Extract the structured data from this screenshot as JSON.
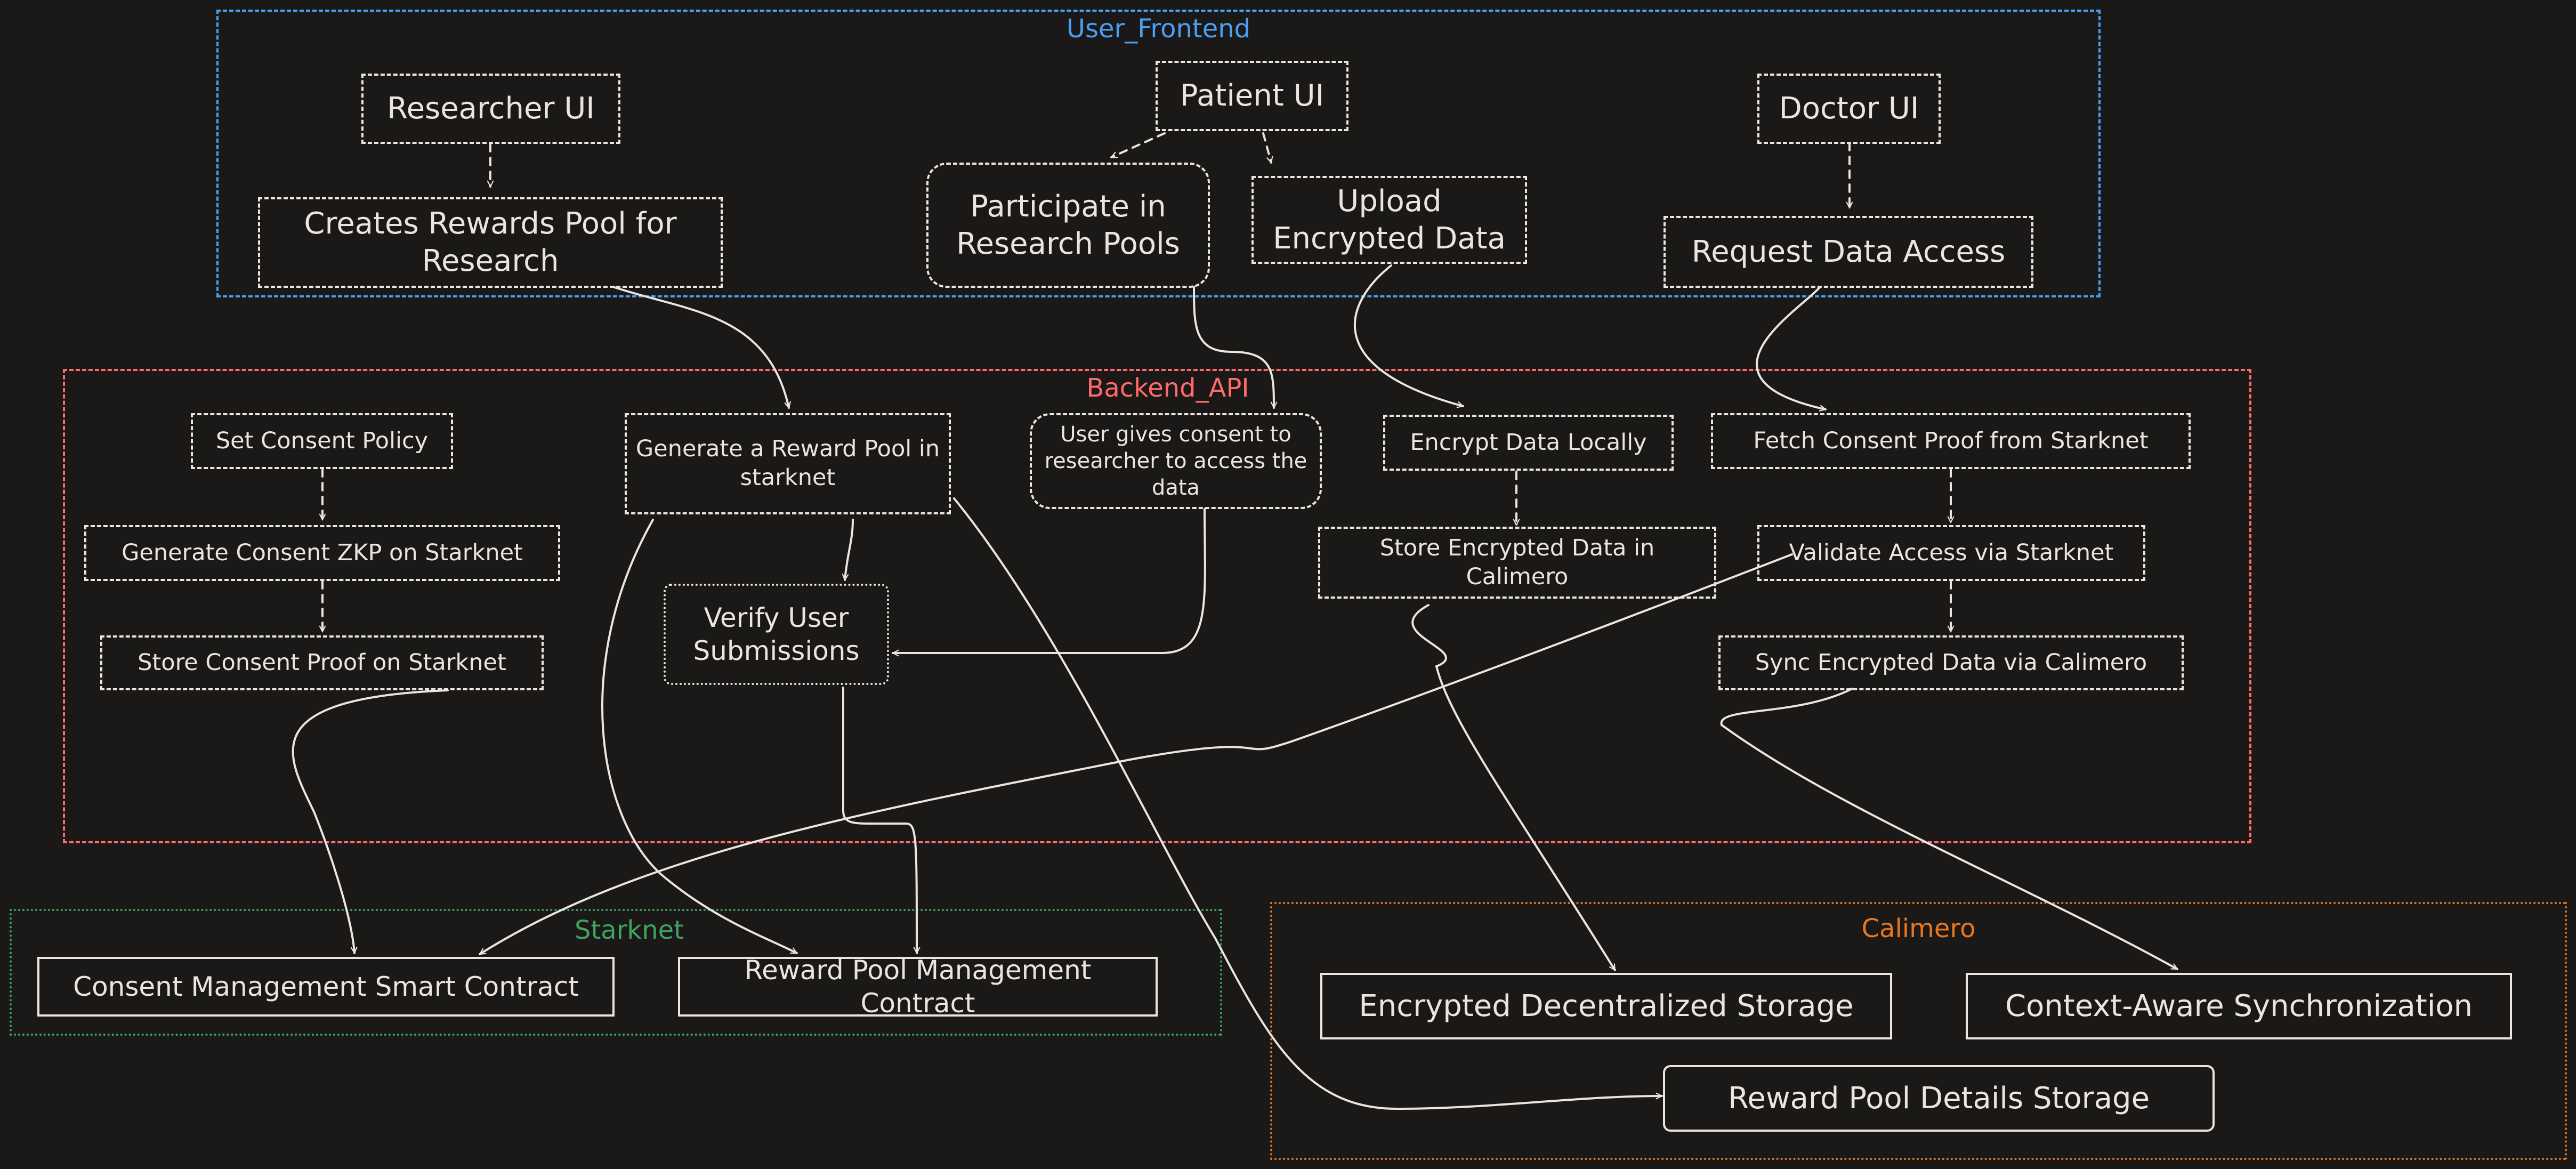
{
  "colors": {
    "background": "#1b1918",
    "stroke": "#e9e6e2",
    "user_frontend": "#4a9ff5",
    "backend_api": "#ff6b6b",
    "starknet": "#41a35f",
    "calimero": "#e8781f"
  },
  "groups": {
    "user_frontend": "User_Frontend",
    "backend_api": "Backend_API",
    "starknet": "Starknet",
    "calimero": "Calimero"
  },
  "nodes": {
    "researcher_ui": "Researcher UI",
    "patient_ui": "Patient UI",
    "doctor_ui": "Doctor UI",
    "creates_rewards_pool": "Creates Rewards Pool for Research",
    "participate_pools": "Participate in Research Pools",
    "upload_encrypted": "Upload Encrypted Data",
    "request_access": "Request Data Access",
    "set_consent_policy": "Set Consent Policy",
    "generate_consent_zkp": "Generate Consent ZKP on Starknet",
    "store_consent_proof": "Store Consent Proof on Starknet",
    "generate_reward_pool": "Generate a Reward Pool in starknet",
    "user_gives_consent": "User gives consent to researcher to access the data",
    "verify_submissions": "Verify User Submissions",
    "encrypt_locally": "Encrypt Data Locally",
    "store_encrypted_calimero": "Store Encrypted Data in Calimero",
    "fetch_consent_proof": "Fetch Consent Proof from Starknet",
    "validate_access": "Validate Access via Starknet",
    "sync_encrypted": "Sync Encrypted Data via Calimero",
    "consent_contract": "Consent Management Smart Contract",
    "reward_contract": "Reward Pool Management Contract",
    "encrypted_storage": "Encrypted Decentralized Storage",
    "context_sync": "Context-Aware Synchronization",
    "reward_details_storage": "Reward Pool Details Storage"
  }
}
